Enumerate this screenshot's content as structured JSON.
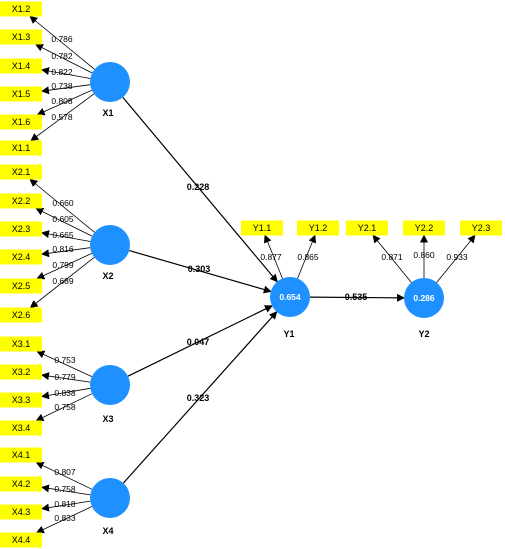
{
  "colors": {
    "latent_fill": "#1e90ff",
    "indicator_fill": "#ffff00",
    "arrow": "#000000"
  },
  "latents": [
    {
      "id": "X1",
      "label": "X1",
      "r2": ""
    },
    {
      "id": "X2",
      "label": "X2",
      "r2": ""
    },
    {
      "id": "X3",
      "label": "X3",
      "r2": ""
    },
    {
      "id": "X4",
      "label": "X4",
      "r2": ""
    },
    {
      "id": "Y1",
      "label": "Y1",
      "r2": "0.654"
    },
    {
      "id": "Y2",
      "label": "Y2",
      "r2": "0.286"
    }
  ],
  "indicators": [
    {
      "label": "X1.2",
      "latent": "X1",
      "loading": "0.786"
    },
    {
      "label": "X1.3",
      "latent": "X1",
      "loading": "0.782"
    },
    {
      "label": "X1.4",
      "latent": "X1",
      "loading": "0.822"
    },
    {
      "label": "X1.5",
      "latent": "X1",
      "loading": "0.738"
    },
    {
      "label": "X1.6",
      "latent": "X1",
      "loading": "0.808"
    },
    {
      "label": "X1.1",
      "latent": "X1",
      "loading": "0.578"
    },
    {
      "label": "X2.1",
      "latent": "X2",
      "loading": "0.660"
    },
    {
      "label": "X2.2",
      "latent": "X2",
      "loading": "0.605"
    },
    {
      "label": "X2.3",
      "latent": "X2",
      "loading": "0.665"
    },
    {
      "label": "X2.4",
      "latent": "X2",
      "loading": "0.816"
    },
    {
      "label": "X2.5",
      "latent": "X2",
      "loading": "0.799"
    },
    {
      "label": "X2.6",
      "latent": "X2",
      "loading": "0.689"
    },
    {
      "label": "X3.1",
      "latent": "X3",
      "loading": "0.753"
    },
    {
      "label": "X3.2",
      "latent": "X3",
      "loading": "0.779"
    },
    {
      "label": "X3.3",
      "latent": "X3",
      "loading": "0.838"
    },
    {
      "label": "X3.4",
      "latent": "X3",
      "loading": "0.758"
    },
    {
      "label": "X4.1",
      "latent": "X4",
      "loading": "0.807"
    },
    {
      "label": "X4.2",
      "latent": "X4",
      "loading": "0.758"
    },
    {
      "label": "X4.3",
      "latent": "X4",
      "loading": "0.818"
    },
    {
      "label": "X4.4",
      "latent": "X4",
      "loading": "0.833"
    },
    {
      "label": "Y1.1",
      "latent": "Y1",
      "loading": "0.877"
    },
    {
      "label": "Y1.2",
      "latent": "Y1",
      "loading": "0.865"
    },
    {
      "label": "Y2.1",
      "latent": "Y2",
      "loading": "0.871"
    },
    {
      "label": "Y2.2",
      "latent": "Y2",
      "loading": "0.860"
    },
    {
      "label": "Y2.3",
      "latent": "Y2",
      "loading": "0.933"
    }
  ],
  "paths": [
    {
      "from": "X1",
      "to": "Y1",
      "coef": "0.228"
    },
    {
      "from": "X2",
      "to": "Y1",
      "coef": "0.303"
    },
    {
      "from": "X3",
      "to": "Y1",
      "coef": "0.047"
    },
    {
      "from": "X4",
      "to": "Y1",
      "coef": "0.323"
    },
    {
      "from": "Y1",
      "to": "Y2",
      "coef": "0.535"
    }
  ]
}
